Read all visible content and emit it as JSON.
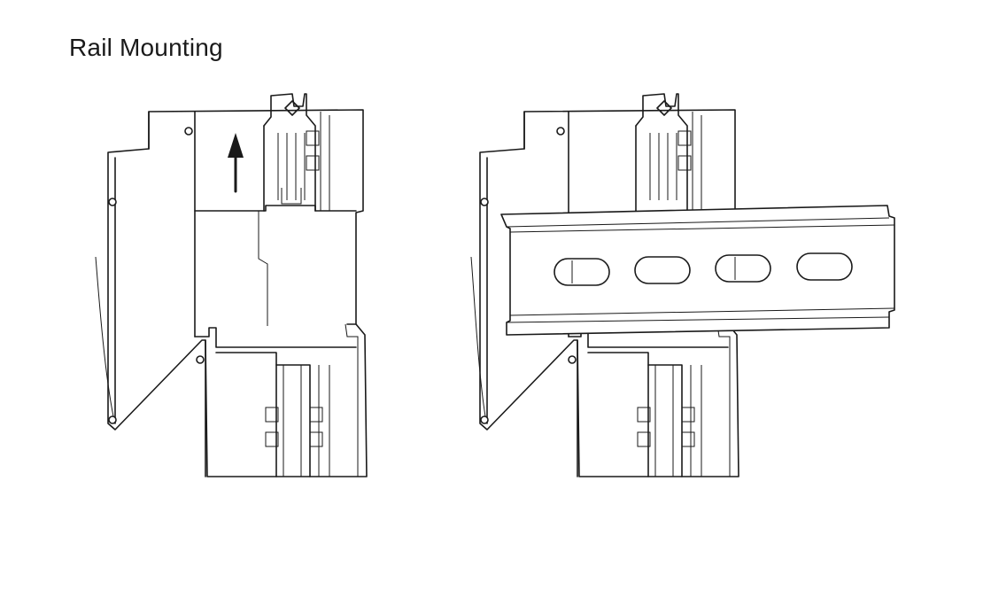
{
  "title": "Rail Mounting",
  "figures": [
    {
      "name": "device-before-rail",
      "shows": "upward-arrow"
    },
    {
      "name": "device-on-din-rail",
      "rail_slots": 4
    }
  ],
  "icons": {
    "arrow": "arrow-up-icon",
    "screw": "screw-icon"
  }
}
